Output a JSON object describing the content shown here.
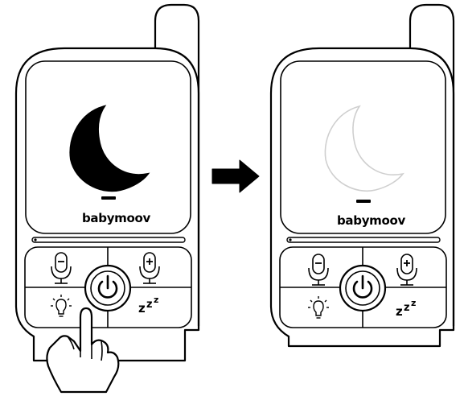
{
  "figure": {
    "left_device": {
      "brand": "babymoov",
      "display_state": "night light on",
      "sleep_label_z1": "z",
      "sleep_label_z2": "z",
      "sleep_label_z3": "z"
    },
    "right_device": {
      "brand": "babymoov",
      "display_state": "night light off",
      "sleep_label_z1": "z",
      "sleep_label_z2": "z",
      "sleep_label_z3": "z"
    },
    "icons": [
      "moon-icon",
      "mic-minus-icon",
      "mic-plus-icon",
      "power-icon",
      "light-bulb-icon",
      "sleep-icon",
      "arrow-right-icon",
      "pointing-hand-icon"
    ]
  }
}
